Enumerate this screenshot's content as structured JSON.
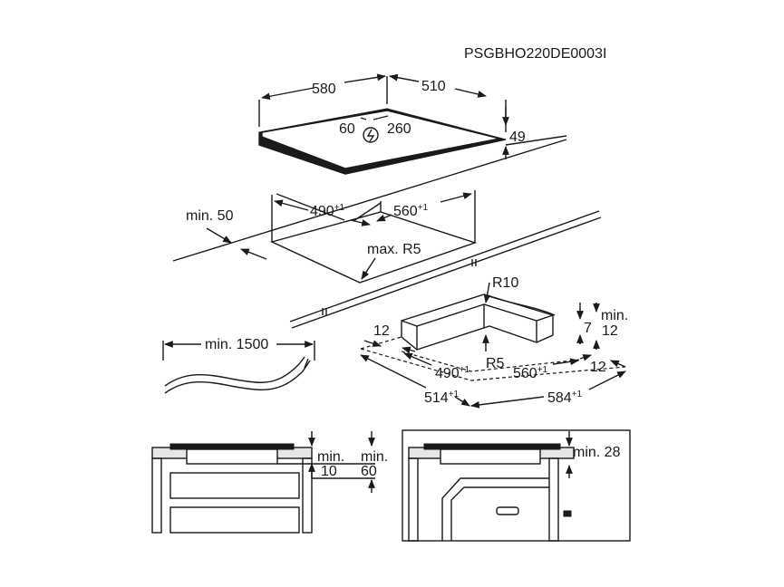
{
  "doc_code": "PSGBHO220DE0003I",
  "hob": {
    "width": "580",
    "depth": "510",
    "height": "49",
    "cable_pos_left": "60",
    "cable_pos_right": "260"
  },
  "cutout": {
    "width": "490",
    "depth": "560",
    "tolerance": "+1",
    "edge_distance": "min. 50",
    "radius": "max. R5"
  },
  "cable": {
    "length": "min. 1500"
  },
  "frame": {
    "radius_outer": "R10",
    "radius_inner": "R5",
    "rim_left": "12",
    "rim_right": "12",
    "rim_bottom": "12",
    "min_label": "min.",
    "height": "7",
    "inner_width": "490",
    "inner_depth": "560",
    "outer_width": "514",
    "outer_depth": "584",
    "tolerance": "+1"
  },
  "installation_left": {
    "gap_label": "min.",
    "gap_value": "10",
    "depth_label": "min.",
    "depth_value": "60"
  },
  "installation_right": {
    "gap": "min. 28"
  },
  "icons": [
    "electric-connection-icon"
  ]
}
